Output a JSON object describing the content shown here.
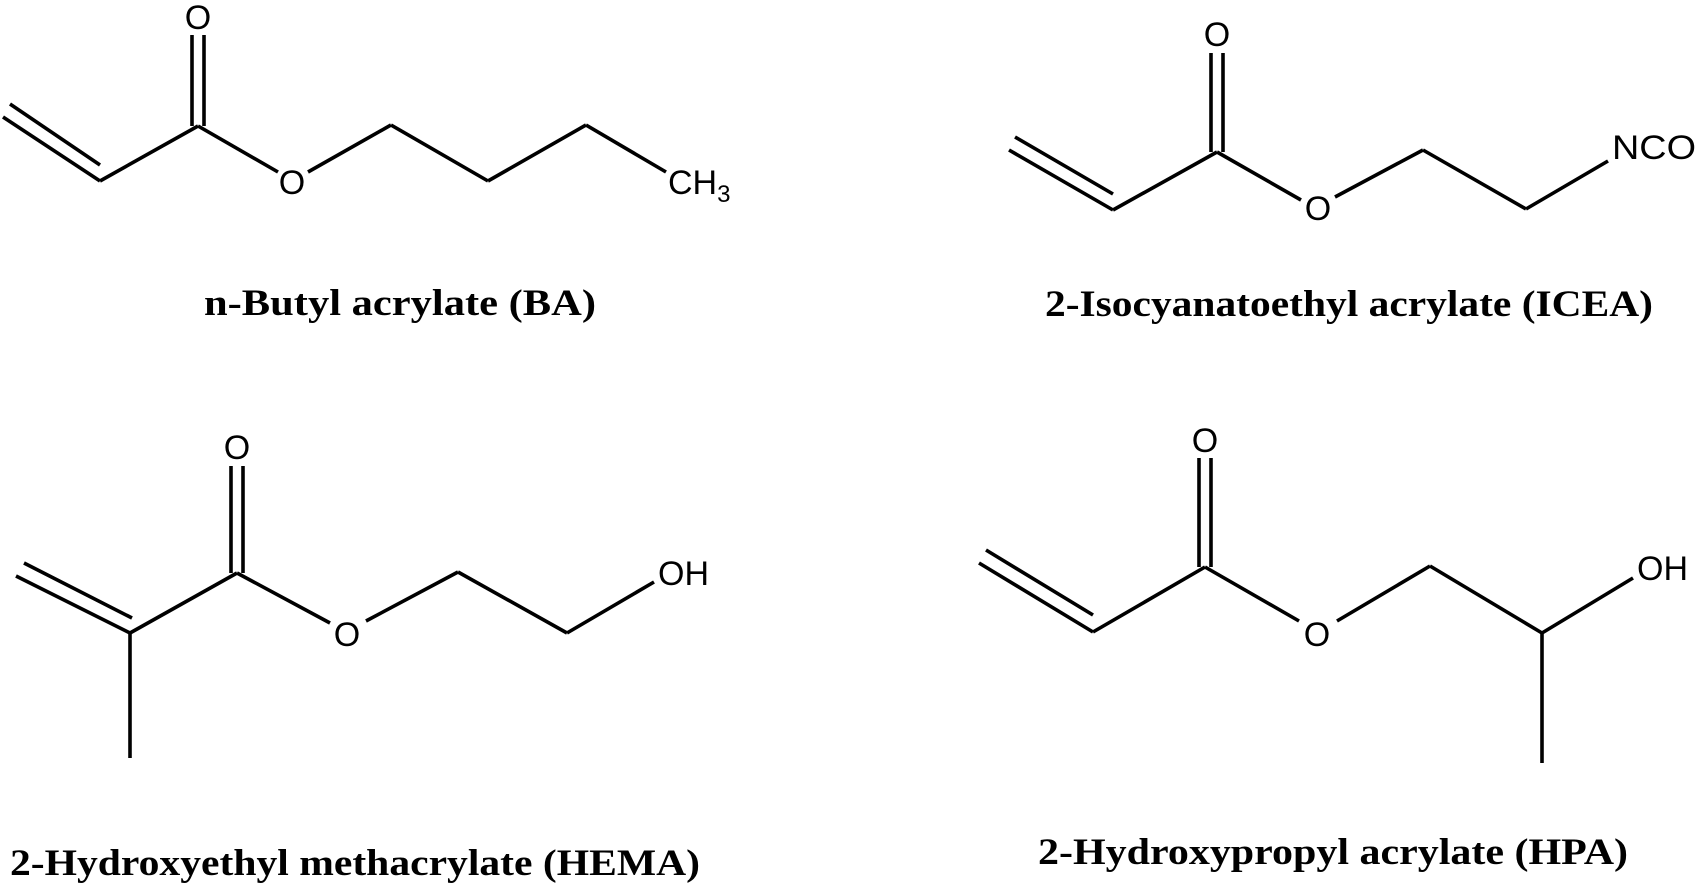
{
  "molecules": [
    {
      "name": "n-Butyl acrylate  (BA)",
      "atoms": {
        "carbonyl_o": "O",
        "ester_o": "O",
        "terminal_c": "CH",
        "terminal_sub": "3"
      }
    },
    {
      "name": "2-Isocyanatoethyl acrylate (ICEA)",
      "atoms": {
        "carbonyl_o": "O",
        "ester_o": "O",
        "terminal_group": "NCO"
      }
    },
    {
      "name": "2-Hydroxyethyl methacrylate (HEMA)",
      "atoms": {
        "carbonyl_o": "O",
        "ester_o": "O",
        "hydroxyl": "OH"
      }
    },
    {
      "name": "2-Hydroxypropyl acrylate (HPA)",
      "atoms": {
        "carbonyl_o": "O",
        "ester_o": "O",
        "hydroxyl": "OH"
      }
    }
  ]
}
